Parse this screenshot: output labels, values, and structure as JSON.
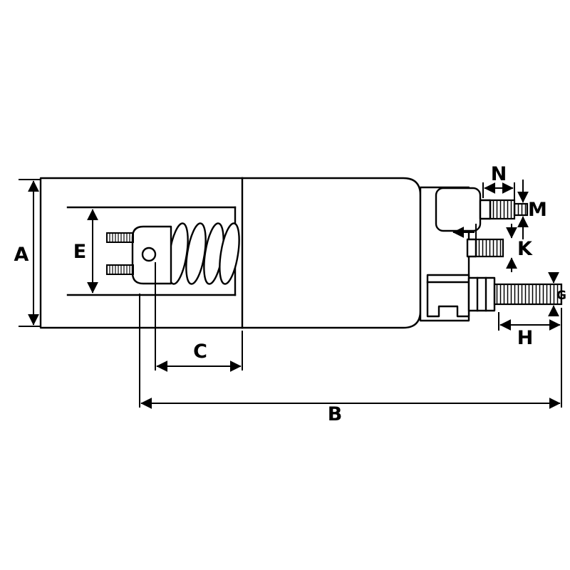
{
  "canvas": {
    "background": "#ffffff",
    "line_color": "#000000"
  },
  "dimension_labels": {
    "A": "A",
    "B": "B",
    "C": "C",
    "E": "E",
    "N": "N",
    "M": "M",
    "K": "K",
    "G": "G",
    "H": "H"
  }
}
